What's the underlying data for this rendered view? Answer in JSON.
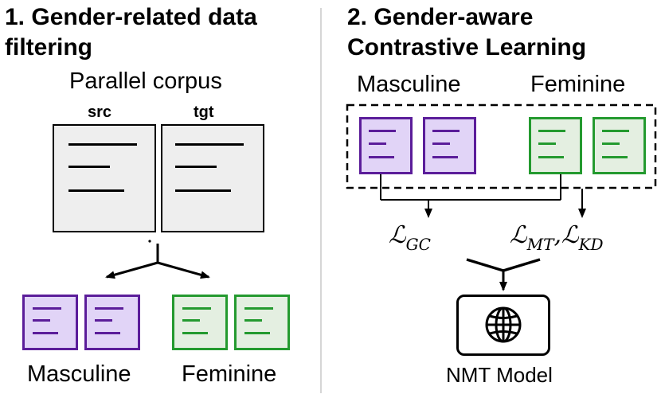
{
  "section1": {
    "title_line1": "1. Gender-related data",
    "title_line2": "filtering",
    "corpus_label": "Parallel corpus",
    "src_label": "src",
    "tgt_label": "tgt",
    "masculine_label": "Masculine",
    "feminine_label": "Feminine"
  },
  "section2": {
    "title_line1": "2. Gender-aware",
    "title_line2": "Contrastive Learning",
    "masculine_label": "Masculine",
    "feminine_label": "Feminine",
    "loss_gc": {
      "symbol": "ℒ",
      "sub": "GC"
    },
    "loss_mt": {
      "symbol": "ℒ",
      "sub": "MT"
    },
    "separator": ",",
    "loss_kd": {
      "symbol": "ℒ",
      "sub": "KD"
    },
    "model_label": "NMT Model"
  },
  "colors": {
    "masculine_border": "#5b1d9a",
    "masculine_fill": "#e1d4f7",
    "feminine_border": "#249a2f",
    "feminine_fill": "#e4efe1",
    "corpus_fill": "#eeeeee"
  },
  "icons": {
    "model_icon": "globe-icon",
    "flow": "arrow-icon"
  }
}
